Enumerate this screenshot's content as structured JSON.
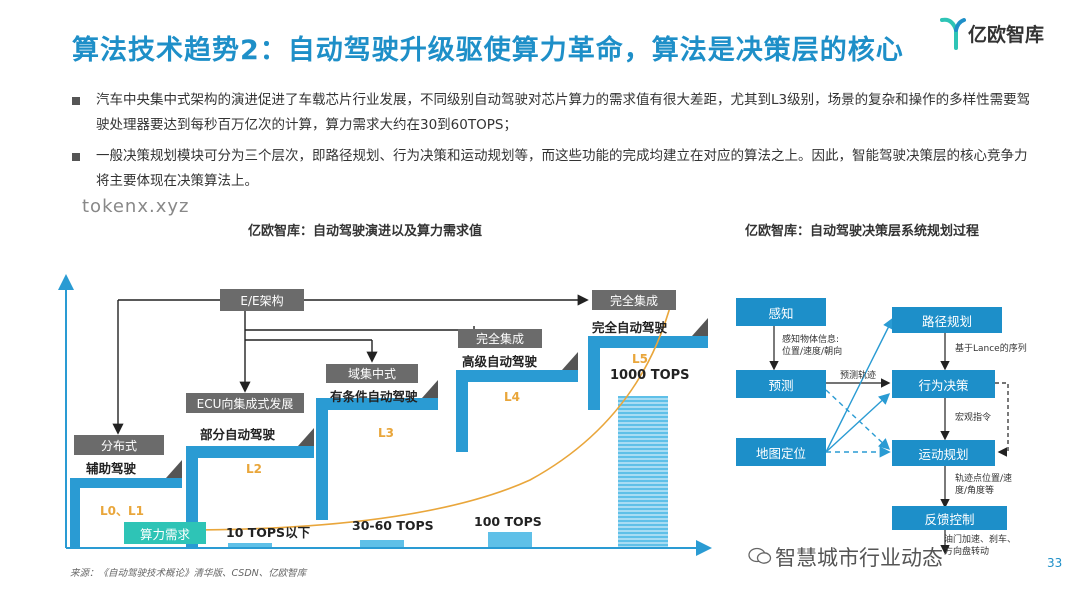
{
  "header": {
    "title": "算法技术趋势2：自动驾驶升级驱使算力革命，算法是决策层的核心",
    "brand": "亿欧智库"
  },
  "bullets": [
    "汽车中央集中式架构的演进促进了车载芯片行业发展，不同级别自动驾驶对芯片算力的需求值有很大差距，尤其到L3级别，场景的复杂和操作的多样性需要驾驶处理器要达到每秒百万亿次的计算，算力需求大约在30到60TOPS；",
    "一般决策规划模块可分为三个层次，即路径规划、行为决策和运动规划等，而这些功能的完成均建立在对应的算法之上。因此，智能驾驶决策层的核心竞争力将主要体现在决策算法上。"
  ],
  "watermark": "tokenx.xyz",
  "left_diagram": {
    "title": "亿欧智库：自动驾驶演进以及算力需求值",
    "ee_label": "E/E架构",
    "compute_label": "算力需求",
    "stages": [
      {
        "arch": "分布式",
        "name": "辅助驾驶",
        "level": "L0、L1"
      },
      {
        "arch": "ECU向集成式发展",
        "name": "部分自动驾驶",
        "level": "L2"
      },
      {
        "arch": "域集中式",
        "name": "有条件自动驾驶",
        "level": "L3"
      },
      {
        "arch": "完全集成",
        "name": "高级自动驾驶",
        "level": "L4"
      },
      {
        "arch": "完全集成",
        "name": "完全自动驾驶",
        "level": "L5"
      }
    ],
    "compute": [
      "10 TOPS以下",
      "30-60 TOPS",
      "100 TOPS",
      "1000 TOPS"
    ]
  },
  "right_diagram": {
    "title": "亿欧智库：自动驾驶决策层系统规划过程",
    "nodes": {
      "perception": "感知",
      "prediction": "预测",
      "localization": "地图定位",
      "route": "路径规划",
      "behavior": "行为决策",
      "motion": "运动规划",
      "feedback": "反馈控制"
    },
    "annotations": {
      "perception_detail_1": "感知物体信息:",
      "perception_detail_2": "位置/速度/朝向",
      "predicted_track": "预测轨迹",
      "lance": "基于Lance的序列",
      "macro": "宏观指令",
      "track_1": "轨迹点位置/速",
      "track_2": "度/角度等",
      "fb_1": "油门加速、刹车、",
      "fb_2": "方向盘转动"
    }
  },
  "footer": {
    "source": "来源：《自动驾驶技术概论》清华版、CSDN、亿欧智库",
    "wechat": "智慧城市行业动态",
    "page": "33"
  },
  "colors": {
    "brand_blue": "#1e8fc8",
    "step_blue": "#2a9bd3",
    "light_blue": "#5fc0e8",
    "gray_label": "#6b6b6b",
    "orange": "#e9a63b",
    "teal": "#2ec4b6"
  }
}
